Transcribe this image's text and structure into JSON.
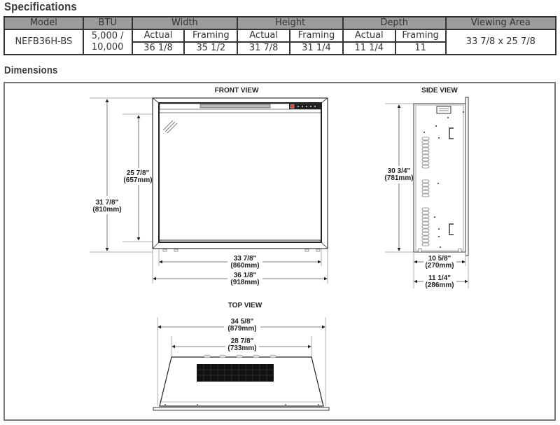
{
  "specifications": {
    "title": "Specifications",
    "headers": {
      "model": "Model",
      "btu": "BTU",
      "width": "Width",
      "height": "Height",
      "depth": "Depth",
      "viewing_area": "Viewing Area"
    },
    "subheaders": {
      "width_actual": "Actual",
      "width_framing": "Framing",
      "height_actual": "Actual",
      "height_framing": "Framing",
      "depth_actual": "Actual",
      "depth_framing": "Framing"
    },
    "row": {
      "model": "NEFB36H-BS",
      "btu_line1": "5,000 /",
      "btu_line2": "10,000",
      "width_actual": "36 1/8",
      "width_framing": "35 1/2",
      "height_actual": "31 7/8",
      "height_framing": "31 1/4",
      "depth_actual": "11 1/4",
      "depth_framing": "11",
      "viewing_area": "33 7/8 x 25 7/8"
    }
  },
  "dimensions": {
    "title": "Dimensions",
    "front_view": {
      "title": "FRONT VIEW",
      "overall_height": {
        "in": "31 7/8\"",
        "mm": "(810mm)"
      },
      "viewing_height": {
        "in": "25 7/8\"",
        "mm": "(657mm)"
      },
      "viewing_width": {
        "in": "33 7/8\"",
        "mm": "(860mm)"
      },
      "overall_width": {
        "in": "36 1/8\"",
        "mm": "(918mm)"
      }
    },
    "side_view": {
      "title": "SIDE VIEW",
      "height": {
        "in": "30 3/4\"",
        "mm": "(781mm)"
      },
      "depth_body": {
        "in": "10 5/8\"",
        "mm": "(270mm)"
      },
      "depth_overall": {
        "in": "11 1/4\"",
        "mm": "(286mm)"
      }
    },
    "top_view": {
      "title": "TOP VIEW",
      "front_width": {
        "in": "34 5/8\"",
        "mm": "(879mm)"
      },
      "back_width": {
        "in": "28 7/8\"",
        "mm": "(733mm)"
      }
    }
  },
  "colors": {
    "header_bg": "#9c9c9c",
    "border": "#333333",
    "control_accent": "#d9443e"
  }
}
